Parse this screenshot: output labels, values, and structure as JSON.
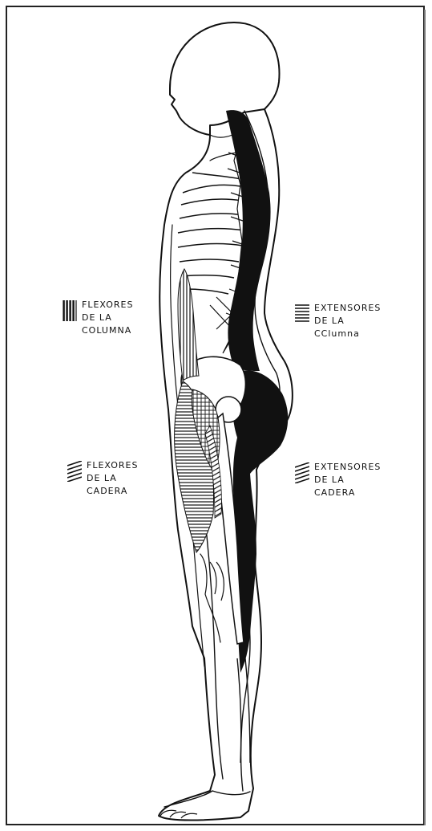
{
  "labels": {
    "spine_flexors": {
      "line1": "FLEXORES",
      "line2": "DE LA",
      "line3": "COLUMNA"
    },
    "spine_extensors": {
      "line1": "EXTENSORES",
      "line2": "DE LA",
      "line3": "CClumna"
    },
    "hip_flexors": {
      "line1": "FLEXORES",
      "line2": "DE LA",
      "line3": "CADERA"
    },
    "hip_extensors": {
      "line1": "EXTENSORES",
      "line2": "DE LA",
      "line3": "CADERA"
    }
  },
  "colors": {
    "ink": "#111111",
    "paper": "#ffffff",
    "frame": "#222222"
  }
}
